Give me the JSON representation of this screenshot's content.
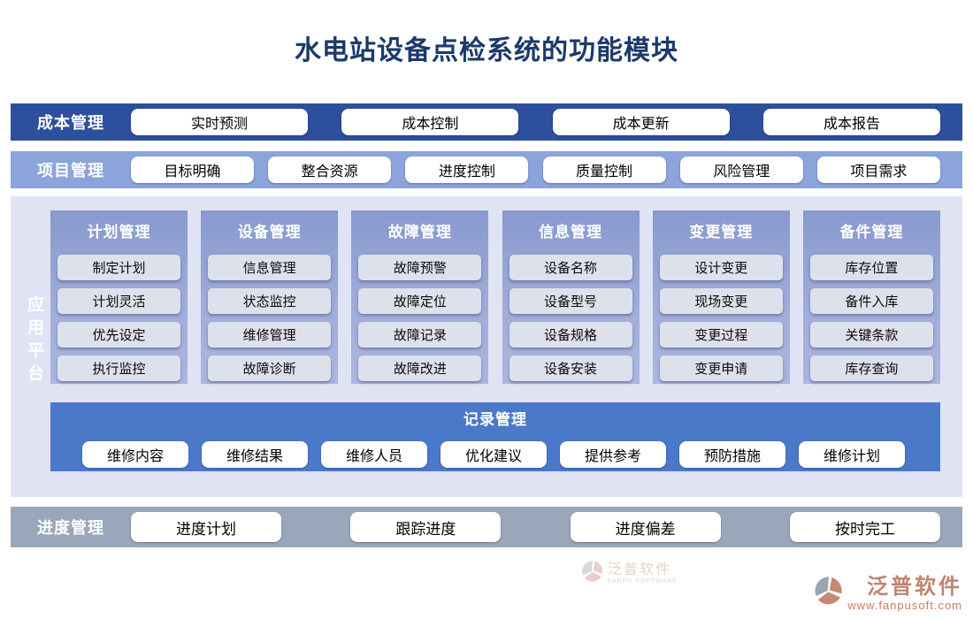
{
  "title": "水电站设备点检系统的功能模块",
  "rows": {
    "cost": {
      "label": "成本管理",
      "buttons": [
        "实时预测",
        "成本控制",
        "成本更新",
        "成本报告"
      ]
    },
    "project": {
      "label": "项目管理",
      "buttons": [
        "目标明确",
        "整合资源",
        "进度控制",
        "质量控制",
        "风险管理",
        "项目需求"
      ]
    }
  },
  "platform": {
    "label": "应用平台",
    "columns": [
      {
        "title": "计划管理",
        "items": [
          "制定计划",
          "计划灵活",
          "优先设定",
          "执行监控"
        ]
      },
      {
        "title": "设备管理",
        "items": [
          "信息管理",
          "状态监控",
          "维修管理",
          "故障诊断"
        ]
      },
      {
        "title": "故障管理",
        "items": [
          "故障预警",
          "故障定位",
          "故障记录",
          "故障改进"
        ]
      },
      {
        "title": "信息管理",
        "items": [
          "设备名称",
          "设备型号",
          "设备规格",
          "设备安装"
        ]
      },
      {
        "title": "变更管理",
        "items": [
          "设计变更",
          "现场变更",
          "变更过程",
          "变更申请"
        ]
      },
      {
        "title": "备件管理",
        "items": [
          "库存位置",
          "备件入库",
          "关键条款",
          "库存查询"
        ]
      }
    ],
    "record": {
      "title": "记录管理",
      "buttons": [
        "维修内容",
        "维修结果",
        "维修人员",
        "优化建议",
        "提供参考",
        "预防措施",
        "维修计划"
      ]
    }
  },
  "progress": {
    "label": "进度管理",
    "buttons": [
      "进度计划",
      "跟踪进度",
      "进度偏差",
      "按时完工"
    ]
  },
  "watermark": {
    "brand": "泛普软件",
    "sub": "FANPU SOFTWARE",
    "url": "www.fanpusoft.com"
  },
  "colors": {
    "title_text": "#1b3a6b",
    "cost_bar": "#2d4f9e",
    "project_bar": "#8ca4dc",
    "platform_panel": "#dfe3f4",
    "column_top": "#8799ce",
    "column_bottom": "#abb6e0",
    "record_bar": "#4b79ca",
    "progress_bar": "#9aa7ba",
    "inner_button": "#dde1ec",
    "watermark_accent": "#c08370"
  }
}
